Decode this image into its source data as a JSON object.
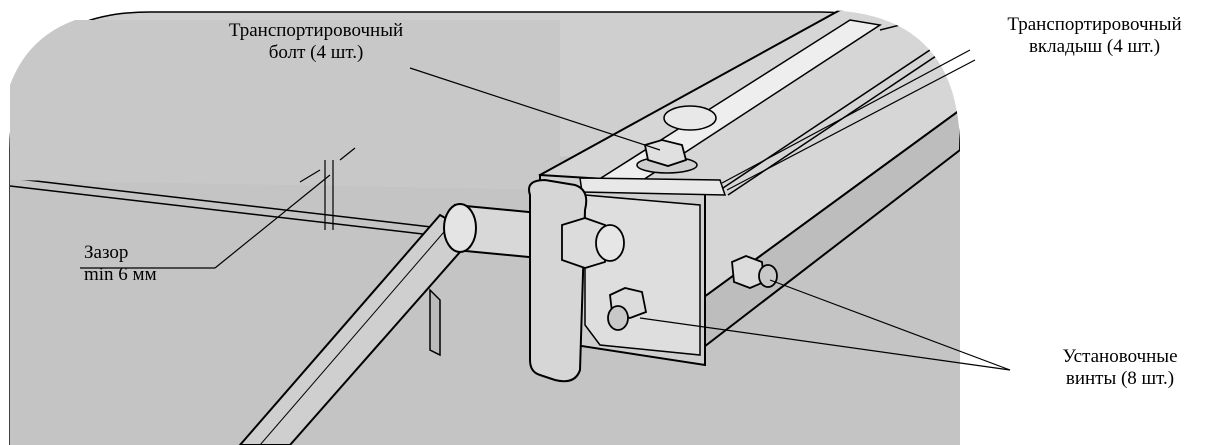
{
  "callouts": {
    "transport_bolt": {
      "line1": "Транспортировочный",
      "line2": "болт (4 шт.)"
    },
    "transport_insert": {
      "line1": "Транспортировочный",
      "line2": "вкладыш (4 шт.)"
    },
    "gap": {
      "line1": "Зазор",
      "line2": "min 6 мм"
    },
    "set_screws": {
      "line1": "Установочные",
      "line2": "винты (8 шт.)"
    }
  },
  "colors": {
    "fill_gray": "#c8c8c8",
    "fill_light": "#e6e6e6",
    "line": "#000000"
  }
}
